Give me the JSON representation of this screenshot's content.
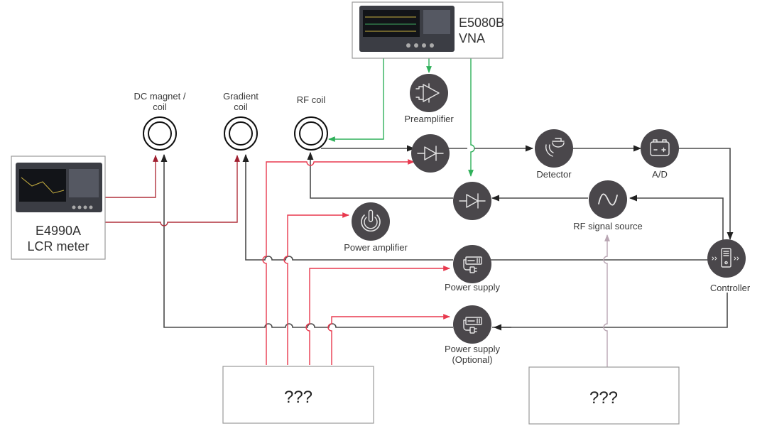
{
  "instruments": {
    "vna": {
      "model": "E5080B",
      "type": "VNA"
    },
    "lcr": {
      "model": "E4990A",
      "type": "LCR meter"
    }
  },
  "coils": [
    {
      "line1": "DC magnet /",
      "line2": "coil"
    },
    {
      "line1": "Gradient",
      "line2": "coil"
    },
    {
      "line1": "RF coil",
      "line2": ""
    }
  ],
  "blocks": {
    "preamplifier": {
      "label": "Preamplifier",
      "icon": "amplifier-icon"
    },
    "tx_switch": {
      "label": "",
      "icon": "diode-icon"
    },
    "rx_switch": {
      "label": "",
      "icon": "diode-icon"
    },
    "detector": {
      "label": "Detector",
      "icon": "detector-icon"
    },
    "ad": {
      "label": "A/D",
      "icon": "battery-icon"
    },
    "rf_source": {
      "label": "RF signal source",
      "icon": "sine-wave-icon"
    },
    "power_amplifier": {
      "label": "Power amplifier",
      "icon": "power-icon"
    },
    "power_supply": {
      "label": "Power supply",
      "icon": "power-supply-icon"
    },
    "power_supply_opt": {
      "line1": "Power supply",
      "line2": "(Optional)",
      "icon": "power-supply-icon"
    },
    "controller": {
      "label": "Controller",
      "icon": "server-icon"
    }
  },
  "unknown_boxes": [
    {
      "label": "???"
    },
    {
      "label": "???"
    }
  ],
  "colors": {
    "node": "#4a474b",
    "signal_black": "#4a4a4a",
    "power_red": "#e8394e",
    "lcr_dark_red": "#b0303c",
    "vna_green": "#2fb05a",
    "aux_mauve": "#b9a6b3"
  }
}
